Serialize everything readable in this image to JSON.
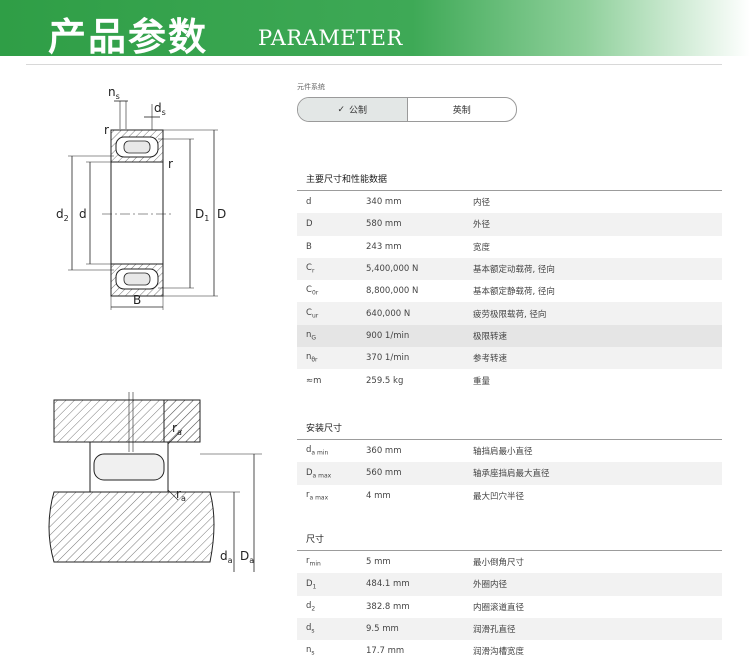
{
  "banner": {
    "title_cn": "产品参数",
    "title_en": "PARAMETER"
  },
  "drawing_top": {
    "labels": {
      "ns": "n",
      "ns_sub": "s",
      "ds": "d",
      "ds_sub": "s",
      "r1": "r",
      "r2": "r",
      "d2": "d",
      "d2_sub": "2",
      "d": "d",
      "D1": "D",
      "D1_sub": "1",
      "D": "D",
      "B": "B"
    }
  },
  "drawing_bottom": {
    "labels": {
      "ra1": "r",
      "ra1_sub": "a",
      "ra2": "r",
      "ra2_sub": "a",
      "da": "d",
      "da_sub": "a",
      "Da": "D",
      "Da_sub": "a"
    }
  },
  "unit_system": {
    "label": "元件系统",
    "metric": "公制",
    "imperial": "英制",
    "selected": "metric"
  },
  "sections": [
    {
      "title": "主要尺寸和性能数据",
      "rows": [
        {
          "sym": "d",
          "sub": "",
          "value": "340 mm",
          "desc": "内径"
        },
        {
          "sym": "D",
          "sub": "",
          "value": "580 mm",
          "desc": "外径"
        },
        {
          "sym": "B",
          "sub": "",
          "value": "243 mm",
          "desc": "宽度"
        },
        {
          "sym": "C",
          "sub": "r",
          "value": "5,400,000 N",
          "desc": "基本额定动载荷, 径向"
        },
        {
          "sym": "C",
          "sub": "0r",
          "value": "8,800,000 N",
          "desc": "基本额定静载荷, 径向"
        },
        {
          "sym": "C",
          "sub": "ur",
          "value": "640,000 N",
          "desc": "疲劳极限载荷, 径向"
        },
        {
          "sym": "n",
          "sub": "G",
          "value": "900 1/min",
          "desc": "极限转速"
        },
        {
          "sym": "n",
          "sub": "θr",
          "value": "370 1/min",
          "desc": "参考转速"
        },
        {
          "sym": "≈m",
          "sub": "",
          "value": "259.5 kg",
          "desc": "重量"
        }
      ]
    },
    {
      "title": "安装尺寸",
      "rows": [
        {
          "sym": "d",
          "sub": "a min",
          "value": "360 mm",
          "desc": "轴挡肩最小直径"
        },
        {
          "sym": "D",
          "sub": "a max",
          "value": "560 mm",
          "desc": "轴承座挡肩最大直径"
        },
        {
          "sym": "r",
          "sub": "a max",
          "value": "4 mm",
          "desc": "最大凹穴半径"
        }
      ]
    },
    {
      "title": "尺寸",
      "rows": [
        {
          "sym": "r",
          "sub": "min",
          "value": "5 mm",
          "desc": "最小倒角尺寸"
        },
        {
          "sym": "D",
          "sub": "1",
          "value": "484.1 mm",
          "desc": "外圈内径"
        },
        {
          "sym": "d",
          "sub": "2",
          "value": "382.8 mm",
          "desc": "内圈滚道直径"
        },
        {
          "sym": "d",
          "sub": "s",
          "value": "9.5 mm",
          "desc": "润滑孔直径"
        },
        {
          "sym": "n",
          "sub": "s",
          "value": "17.7 mm",
          "desc": "润滑沟槽宽度"
        }
      ]
    }
  ]
}
